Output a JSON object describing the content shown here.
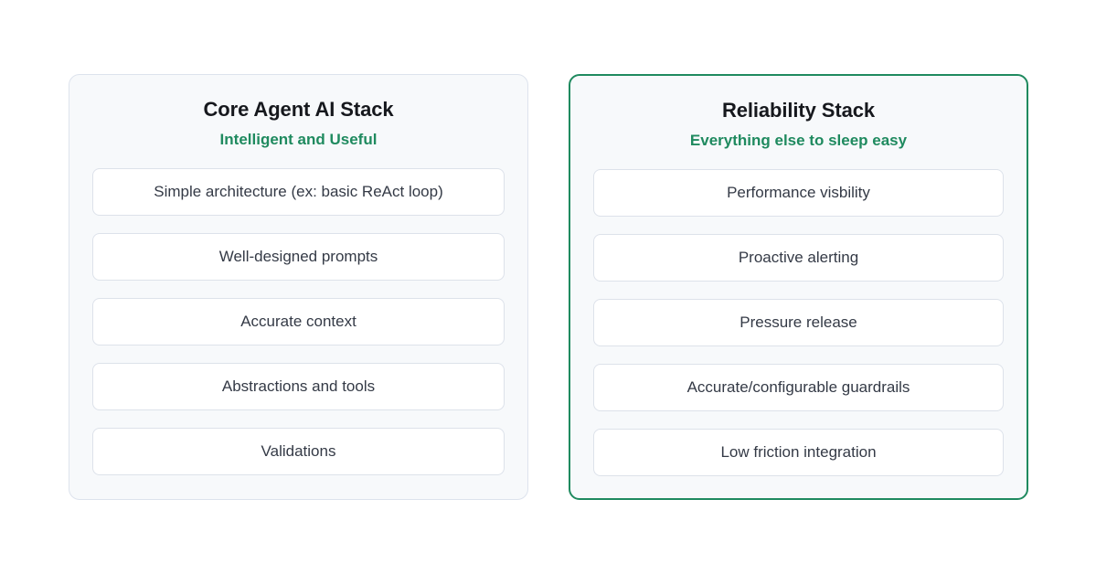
{
  "page": {
    "background_color": "#ffffff",
    "accent_color": "#1f8a5f",
    "neutral_border_color": "#dde3ed",
    "panel_fill_color": "#f7f9fb",
    "card_border_color": "#dde2ea",
    "title_color": "#16181d",
    "item_text_color": "#343a46"
  },
  "panels": [
    {
      "id": "core-agent-ai-stack",
      "title": "Core Agent AI Stack",
      "subtitle": "Intelligent and Useful",
      "highlighted": false,
      "items": [
        {
          "label": "Simple architecture (ex: basic ReAct loop)"
        },
        {
          "label": "Well-designed prompts"
        },
        {
          "label": "Accurate context"
        },
        {
          "label": "Abstractions and tools"
        },
        {
          "label": "Validations"
        }
      ]
    },
    {
      "id": "reliability-stack",
      "title": "Reliability Stack",
      "subtitle": "Everything else to sleep easy",
      "highlighted": true,
      "items": [
        {
          "label": "Performance visbility"
        },
        {
          "label": "Proactive alerting"
        },
        {
          "label": "Pressure release"
        },
        {
          "label": "Accurate/configurable guardrails"
        },
        {
          "label": "Low friction integration"
        }
      ]
    }
  ]
}
